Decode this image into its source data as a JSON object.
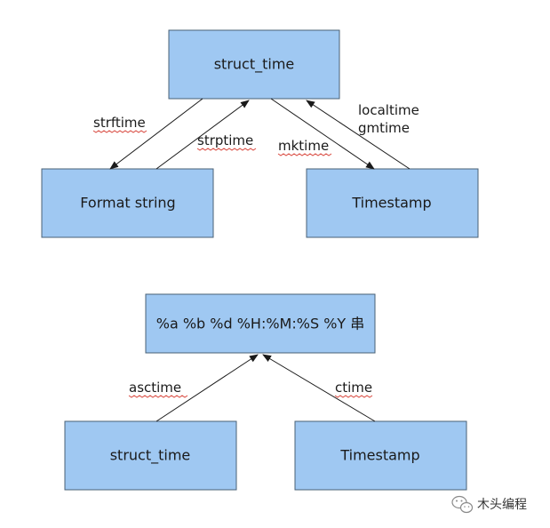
{
  "diagram": {
    "top": {
      "center_box": "struct_time",
      "left_box": "Format string",
      "right_box": "Timestamp",
      "edges": {
        "strftime": "strftime",
        "strptime": "strptime",
        "mktime": "mktime",
        "localtime": "localtime",
        "gmtime": "gmtime"
      }
    },
    "bottom": {
      "center_box": "%a %b %d %H:%M:%S %Y 串",
      "left_box": "struct_time",
      "right_box": "Timestamp",
      "edges": {
        "asctime": "asctime",
        "ctime": "ctime"
      }
    }
  },
  "watermark": {
    "text": "木头编程",
    "icon": "wechat-icon"
  },
  "colors": {
    "box_fill": "#9fc8f2",
    "box_stroke": "#4a6076",
    "spellcheck_underline": "#d8463c"
  }
}
